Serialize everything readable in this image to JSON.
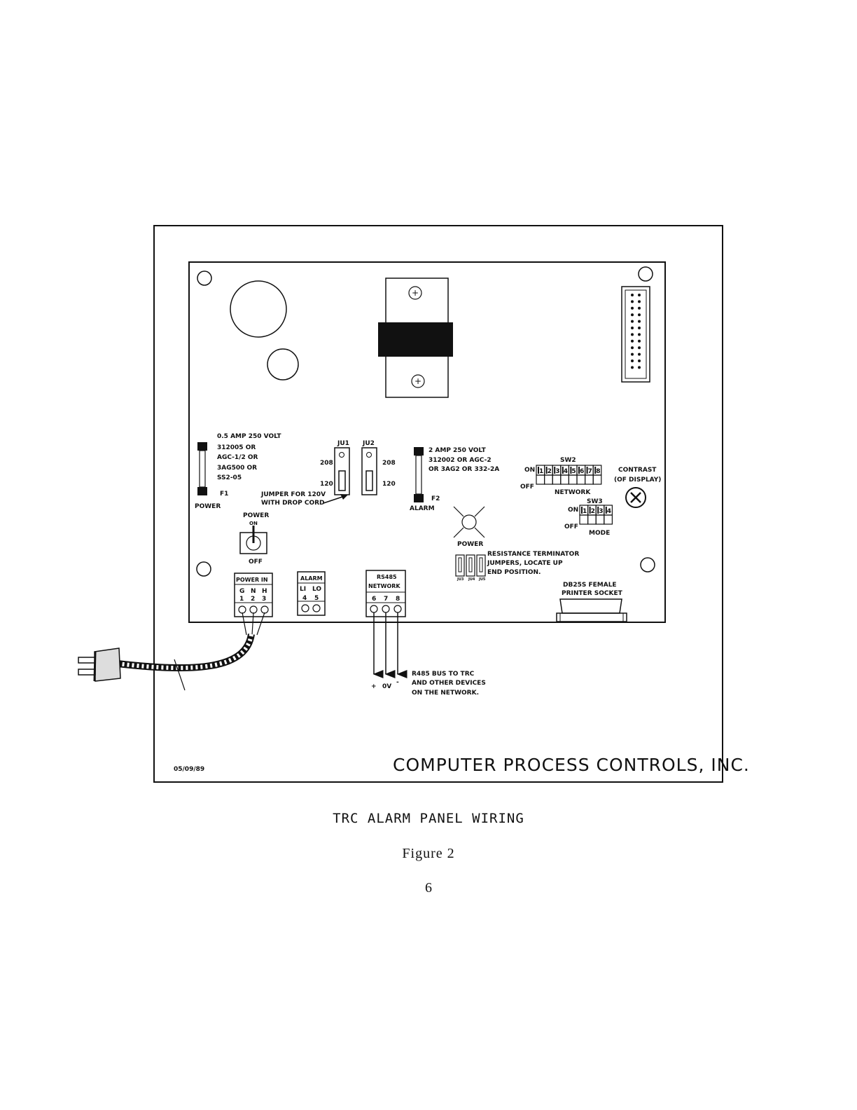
{
  "board": {
    "fuse1_spec": [
      "0.5 AMP 250 VOLT",
      "312005 OR",
      "AGC-1/2 OR",
      "3AG500 OR",
      "SS2-05"
    ],
    "fuse1_label": "F1",
    "fuse1_name": "POWER",
    "ju1_label": "JU1",
    "ju2_label": "JU2",
    "ju1_208": "208",
    "ju1_120": "120",
    "ju2_208": "208",
    "ju2_120": "120",
    "jumper_note": [
      "JUMPER FOR 120V",
      "WITH DROP CORD"
    ],
    "fuse2_spec": [
      "2 AMP 250 VOLT",
      "312002 OR AGC-2",
      "OR 3AG2 OR 332-2A"
    ],
    "fuse2_label": "F2",
    "fuse2_name": "ALARM",
    "power_switch_title": "POWER",
    "power_switch_on": "ON",
    "power_switch_off": "OFF",
    "power_led_label": "POWER",
    "sw2_label": "SW2",
    "sw2_on": "ON",
    "sw2_off": "OFF",
    "sw2_name": "NETWORK",
    "sw2_numbers": [
      "1",
      "2",
      "3",
      "4",
      "5",
      "6",
      "7",
      "8"
    ],
    "sw3_label": "SW3",
    "sw3_on": "ON",
    "sw3_off": "OFF",
    "sw3_name": "MODE",
    "sw3_numbers": [
      "1",
      "2",
      "3",
      "4"
    ],
    "contrast_label": [
      "CONTRAST",
      "(OF DISPLAY)"
    ],
    "terminator_note": [
      "RESISTANCE TERMINATOR",
      "JUMPERS, LOCATE UP",
      "END POSITION."
    ],
    "terminator_ids": [
      "JU3",
      "JU4",
      "JU5"
    ],
    "printer_socket": [
      "DB25S FEMALE",
      "PRINTER SOCKET"
    ],
    "power_in": {
      "title": "POWER IN",
      "letters": [
        "G",
        "N",
        "H"
      ],
      "numbers": [
        "1",
        "2",
        "3"
      ]
    },
    "alarm_block": {
      "title": "ALARM",
      "letters": [
        "LI",
        "LO"
      ],
      "numbers": [
        "4",
        "5"
      ]
    },
    "rs485_block": {
      "title": [
        "RS485",
        "NETWORK"
      ],
      "numbers": [
        "6",
        "7",
        "8"
      ]
    },
    "bus_signals": [
      "+",
      "0V",
      "-"
    ],
    "bus_note": [
      "R485 BUS TO TRC",
      "AND OTHER DEVICES",
      "ON THE NETWORK."
    ]
  },
  "footer": {
    "date": "05/09/89",
    "company": "COMPUTER PROCESS CONTROLS, INC."
  },
  "caption": {
    "title": "TRC ALARM PANEL WIRING",
    "figure": "Figure 2",
    "page": "6"
  }
}
